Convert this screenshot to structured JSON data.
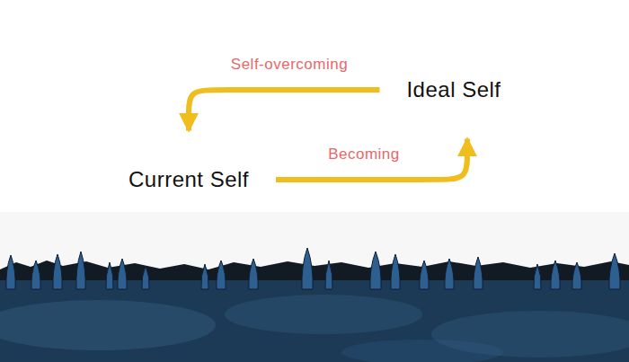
{
  "diagram": {
    "nodes": [
      {
        "text": [
          "Ideal Self"
        ]
      },
      {
        "text": [
          "Current Self"
        ]
      }
    ],
    "edges": [
      {
        "from": 0,
        "to": 1,
        "label": "Self-overcoming",
        "arrow": "to"
      },
      {
        "from": 1,
        "to": 0,
        "label": "Becoming",
        "arrow": "to"
      }
    ]
  }
}
